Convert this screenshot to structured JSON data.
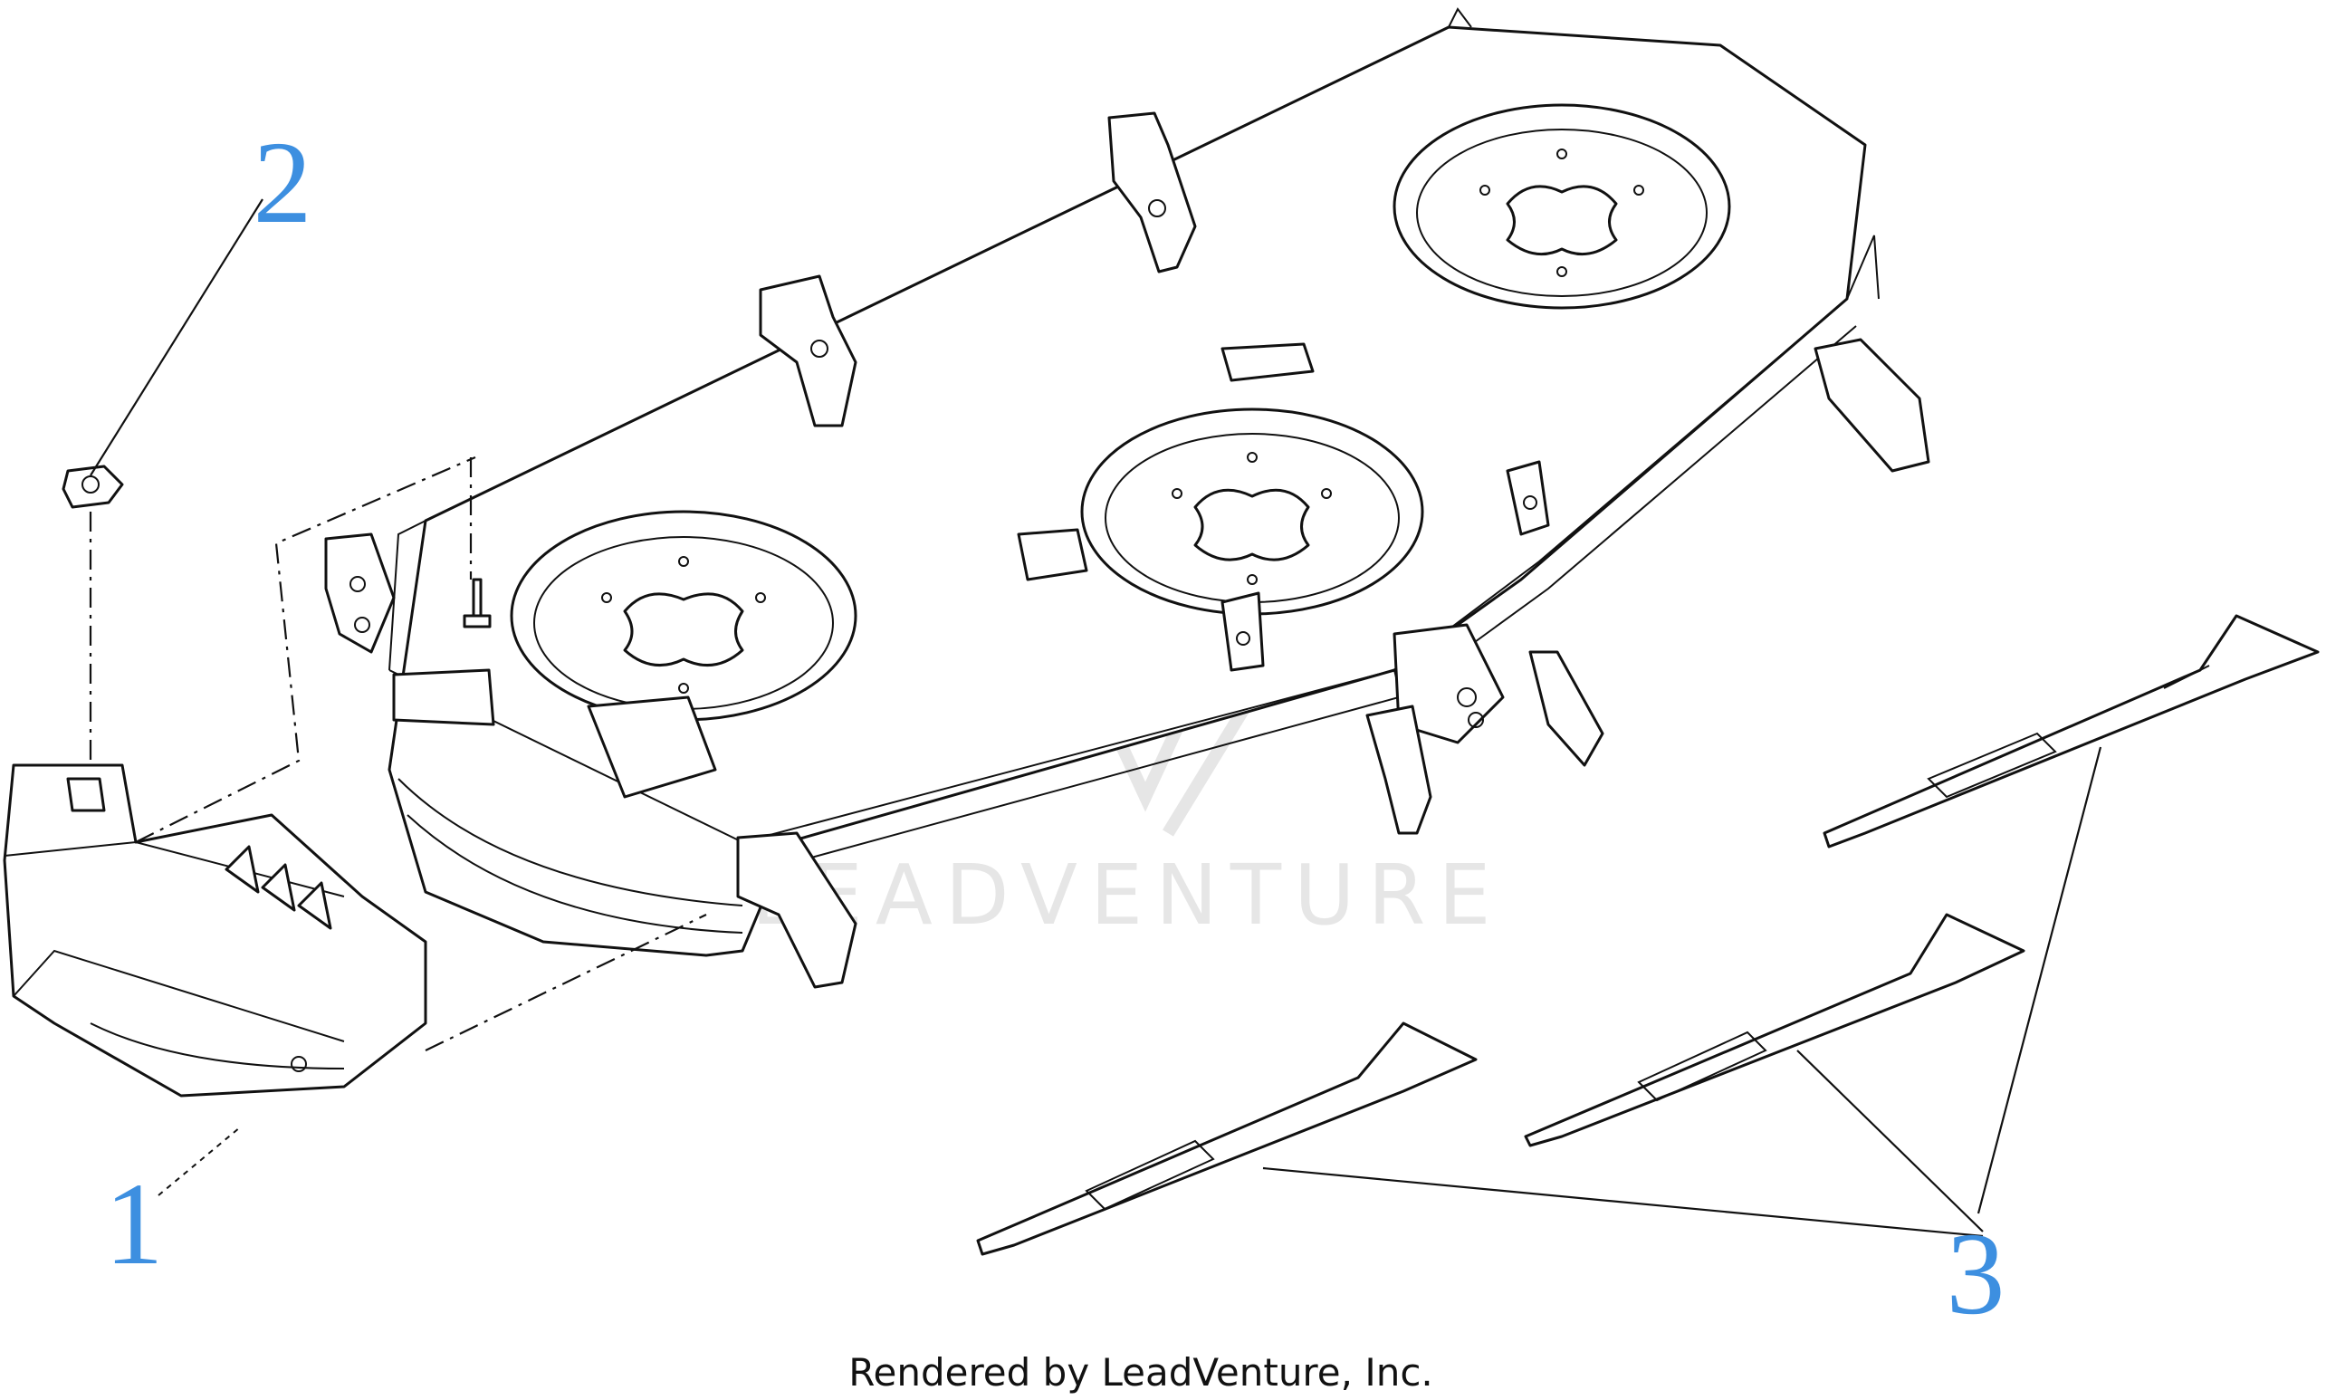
{
  "callouts": [
    {
      "id": "1",
      "label": "1"
    },
    {
      "id": "2",
      "label": "2"
    },
    {
      "id": "3",
      "label": "3"
    }
  ],
  "watermark": "LEADVENTURE",
  "footer": "Rendered by LeadVenture, Inc.",
  "colors": {
    "callout": "#3d8fe0",
    "line": "#111111",
    "watermark": "#e6e6e6",
    "background": "#ffffff"
  }
}
